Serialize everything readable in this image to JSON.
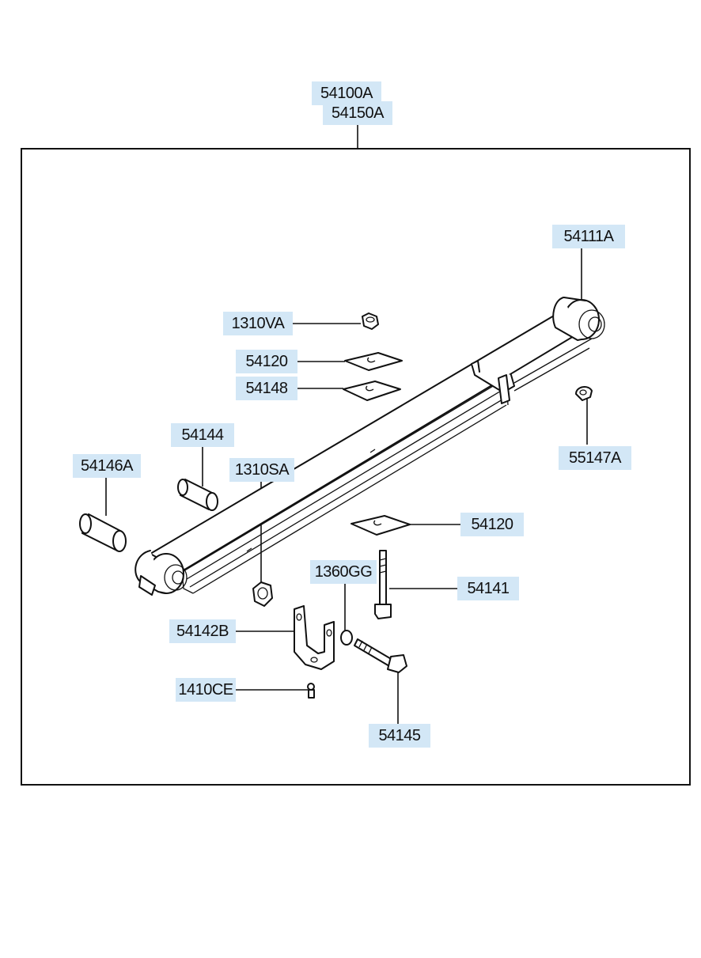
{
  "diagram": {
    "labels": {
      "p54100A": "54100A",
      "p54150A": "54150A",
      "p54111A": "54111A",
      "p1310VA": "1310VA",
      "p54120_top": "54120",
      "p54148": "54148",
      "p54144": "54144",
      "p54146A": "54146A",
      "p1310SA": "1310SA",
      "p55147A": "55147A",
      "p54120_bottom": "54120",
      "p1360GG": "1360GG",
      "p54141": "54141",
      "p54142B": "54142B",
      "p1410CE": "1410CE",
      "p54145": "54145"
    }
  }
}
